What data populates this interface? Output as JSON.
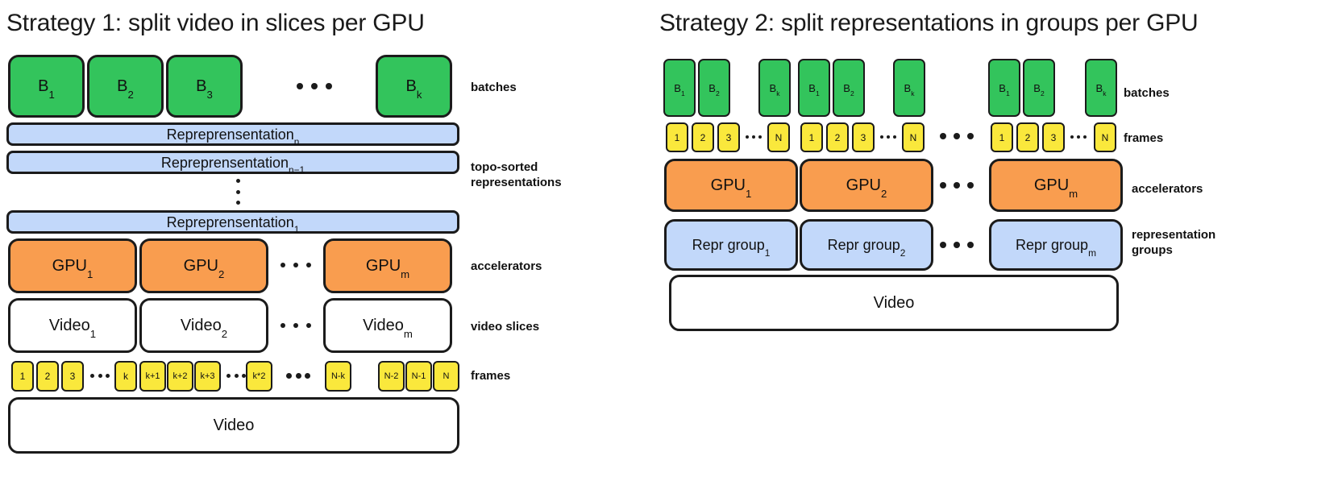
{
  "strategy1": {
    "title": "Strategy 1: split video in slices per GPU",
    "batches": [
      "B<sub>1</sub>",
      "B<sub>2</sub>",
      "B<sub>3</sub>",
      "B<sub>k</sub>"
    ],
    "batches_label": "batches",
    "representations": [
      "Repreprensentation<sub>n</sub>",
      "Repreprensentation<sub>n−1</sub>",
      "Repreprensentation<sub>1</sub>"
    ],
    "representations_label_line1": "topo-sorted",
    "representations_label_line2": "representations",
    "gpus": [
      "GPU<sub>1</sub>",
      "GPU<sub>2</sub>",
      "GPU<sub>m</sub>"
    ],
    "gpus_label": "accelerators",
    "slices": [
      "Video<sub>1</sub>",
      "Video<sub>2</sub>",
      "Video<sub>m</sub>"
    ],
    "slices_label": "video slices",
    "frames": [
      "1",
      "2",
      "3",
      "k",
      "k+1",
      "k+2",
      "k+3",
      "k*2",
      "N-k",
      "N-2",
      "N-1",
      "N"
    ],
    "frames_label": "frames",
    "video": "Video"
  },
  "strategy2": {
    "title": "Strategy 2: split representations in groups per GPU",
    "batches": [
      "B<sub>1</sub>",
      "B<sub>2</sub>",
      "B<sub>k</sub>"
    ],
    "batches_label": "batches",
    "frames": [
      "1",
      "2",
      "3",
      "N"
    ],
    "frames_label": "frames",
    "gpus": [
      "GPU<sub>1</sub>",
      "GPU<sub>2</sub>",
      "GPU<sub>m</sub>"
    ],
    "gpus_label": "accelerators",
    "groups": [
      "Repr group<sub>1</sub>",
      "Repr group<sub>2</sub>",
      "Repr group<sub>m</sub>"
    ],
    "groups_label_line1": "representation",
    "groups_label_line2": "groups",
    "video": "Video"
  },
  "colors": {
    "green": "#33c45c",
    "orange": "#f99d4f",
    "blue": "#c2d8fa",
    "yellow": "#fae83c",
    "stroke": "#1b1b1b",
    "white": "#ffffff"
  }
}
